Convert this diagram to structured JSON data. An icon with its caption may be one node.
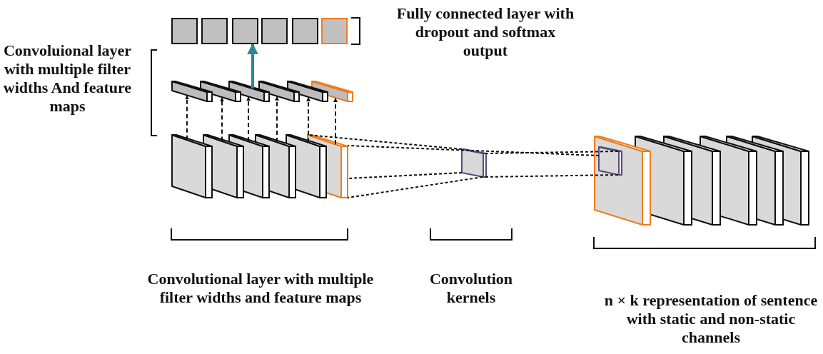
{
  "diagram": {
    "nodes": [
      {
        "text": [],
        "shape": "box"
      },
      {
        "text": [],
        "shape": "box"
      },
      {
        "text": [],
        "shape": "box"
      },
      {
        "text": [],
        "shape": "box"
      },
      {
        "text": [],
        "shape": "box"
      },
      {
        "text": [],
        "shape": "box"
      },
      {
        "text": [],
        "shape": "bar"
      },
      {
        "text": [],
        "shape": "bar"
      },
      {
        "text": [],
        "shape": "bar"
      },
      {
        "text": [],
        "shape": "bar"
      },
      {
        "text": [],
        "shape": "bar"
      },
      {
        "text": [],
        "shape": "bar"
      },
      {
        "text": [],
        "shape": "box"
      },
      {
        "text": [],
        "shape": "box"
      },
      {
        "text": [],
        "shape": "box"
      },
      {
        "text": [],
        "shape": "box"
      },
      {
        "text": [],
        "shape": "box"
      },
      {
        "text": [],
        "shape": "box"
      },
      {
        "text": [],
        "shape": "box"
      },
      {
        "text": [],
        "shape": "box"
      },
      {
        "text": [],
        "shape": "box"
      },
      {
        "text": [],
        "shape": "box"
      },
      {
        "text": [],
        "shape": "box"
      },
      {
        "text": [],
        "shape": "box"
      },
      {
        "text": [],
        "shape": "box"
      },
      {
        "text": [],
        "shape": "box",
        "in": 19
      }
    ],
    "edges": [
      {
        "from": 12,
        "to": 6,
        "arrow": "to",
        "style": "dashed"
      },
      {
        "from": 13,
        "to": 7,
        "arrow": "to",
        "style": "dashed"
      },
      {
        "from": 14,
        "to": 8,
        "arrow": "to",
        "style": "dashed"
      },
      {
        "from": 15,
        "to": 9,
        "arrow": "to",
        "style": "dashed"
      },
      {
        "from": 16,
        "to": 10,
        "arrow": "to",
        "style": "dashed"
      },
      {
        "from": 17,
        "to": 11,
        "arrow": "to",
        "style": "dashed"
      },
      {
        "from": 8,
        "to": 2,
        "arrow": "to",
        "style": "thick",
        "color": "#2e8596"
      },
      {
        "from": 18,
        "to": 17,
        "arrow": "none",
        "style": "dashed"
      },
      {
        "from": 25,
        "to": 17,
        "arrow": "none",
        "style": "dashed"
      },
      {
        "from": 18,
        "to": 17,
        "arrow": "none",
        "style": "dashed"
      },
      {
        "from": 18,
        "to": 17,
        "arrow": "none",
        "style": "dashed"
      },
      {
        "from": 25,
        "to": 18,
        "arrow": "none",
        "style": "dashed"
      },
      {
        "from": 25,
        "to": 18,
        "arrow": "none",
        "style": "dashed"
      }
    ],
    "labels": [
      "Fully connected layer with dropout and softmax output",
      "Convoluional layer with multiple filter widths And feature maps",
      "Convolutional layer with multiple filter widths and feature maps",
      "Convolution kernels",
      "n × k representation of sentence with static and non-static channels"
    ]
  }
}
